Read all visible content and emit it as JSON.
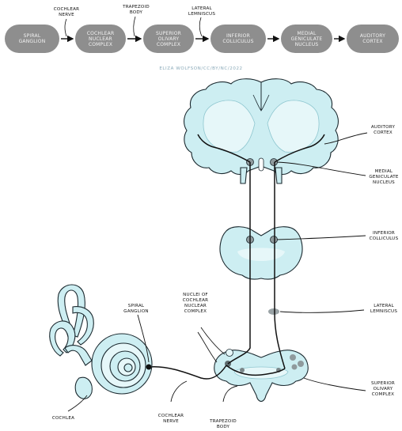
{
  "pathway": {
    "nodes": [
      {
        "label": "SPIRAL\nGANGLION"
      },
      {
        "label": "COCHLEAR\nNUCLEAR\nCOMPLEX"
      },
      {
        "label": "SUPERIOR\nOLIVARY\nCOMPLEX"
      },
      {
        "label": "INFERIOR\nCOLLICULUS"
      },
      {
        "label": "MEDIAL\nGENICULATE\nNUCLEUS"
      },
      {
        "label": "AUDITORY\nCORTEX"
      }
    ],
    "connectors": [
      {
        "label": "COCHLEAR\nNERVE"
      },
      {
        "label": "TRAPEZOID\nBODY"
      },
      {
        "label": "LATERAL\nLEMNISCUS"
      }
    ]
  },
  "credit": "ELIZA WOLFSON/CC/BY/NC/2022",
  "anatomy": {
    "auditory_cortex": "AUDITORY\nCORTEX",
    "medial_geniculate": "MEDIAL\nGENICULATE\nNUCLEUS",
    "inferior_colliculus": "INFERIOR\nCOLLICULUS",
    "lateral_lemniscus": "LATERAL\nLEMNISCUS",
    "superior_olivary": "SUPERIOR\nOLIVARY\nCOMPLEX",
    "nuclei_cochlear": "NUCLEI OF\nCOCHLEAR\nNUCLEAR\nCOMPLEX",
    "spiral_ganglion": "SPIRAL\nGANGLION",
    "cochlea": "COCHLEA",
    "cochlear_nerve": "COCHLEAR\nNERVE",
    "trapezoid_body": "TRAPEZOID\nBODY"
  },
  "colors": {
    "node_fill": "#8e8e8e",
    "tissue_fill": "#cdeef2",
    "tissue_light": "#e6f7f9",
    "outline": "#1c2a30",
    "nucleus": "#9aa3a6"
  }
}
